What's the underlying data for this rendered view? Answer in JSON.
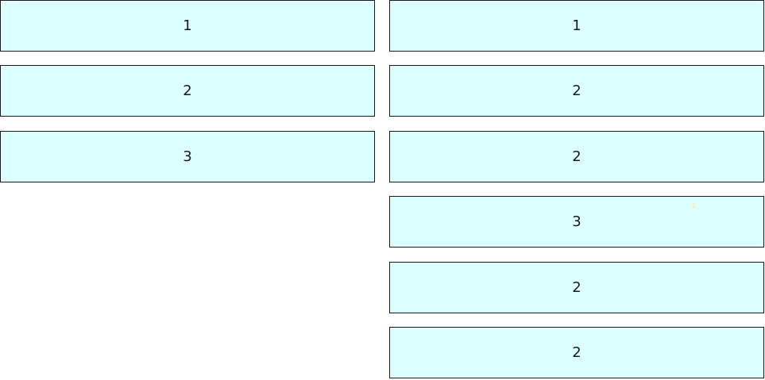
{
  "left_column": {
    "items": [
      {
        "label": "1"
      },
      {
        "label": "2"
      },
      {
        "label": "3"
      }
    ]
  },
  "right_column": {
    "items": [
      {
        "label": "1"
      },
      {
        "label": "2"
      },
      {
        "label": "2"
      },
      {
        "label": "3"
      },
      {
        "label": "2"
      },
      {
        "label": "2"
      }
    ]
  },
  "colors": {
    "box_fill": "#dcffff",
    "box_border": "#1a1a1a",
    "background": "#ffffff"
  }
}
